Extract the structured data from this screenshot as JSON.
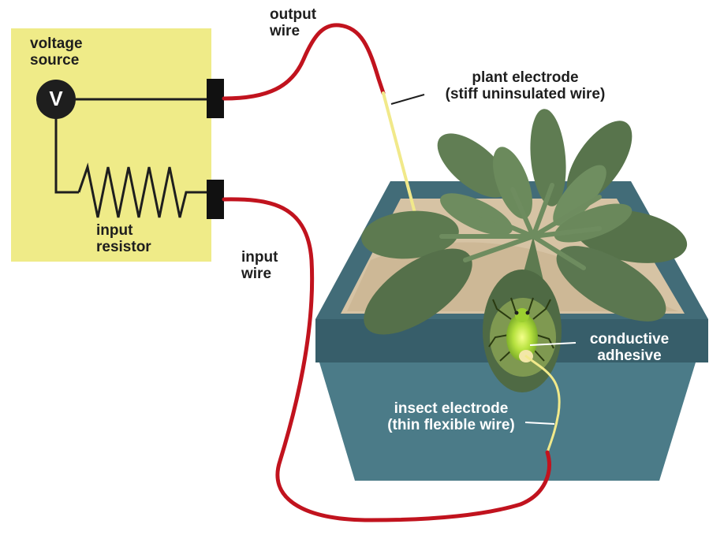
{
  "labels": {
    "voltage_source": "voltage\nsource",
    "voltmeter_symbol": "V",
    "input_resistor": "input\nresistor",
    "output_wire": "output\nwire",
    "input_wire": "input\nwire",
    "plant_electrode": "plant electrode\n(stiff uninsulated wire)",
    "conductive_adhesive": "conductive\nadhesive",
    "insect_electrode": "insect electrode\n(thin flexible wire)"
  },
  "colors": {
    "source_box": "#efeb88",
    "wire_red": "#c1131e",
    "electrode_yellow": "#f1e98a",
    "pot_top": "#3f6773",
    "pot_front": "#4b7b88",
    "soil": "#d6c3a4",
    "leaf": "#5d7a50",
    "insect": "#a8d83a"
  }
}
